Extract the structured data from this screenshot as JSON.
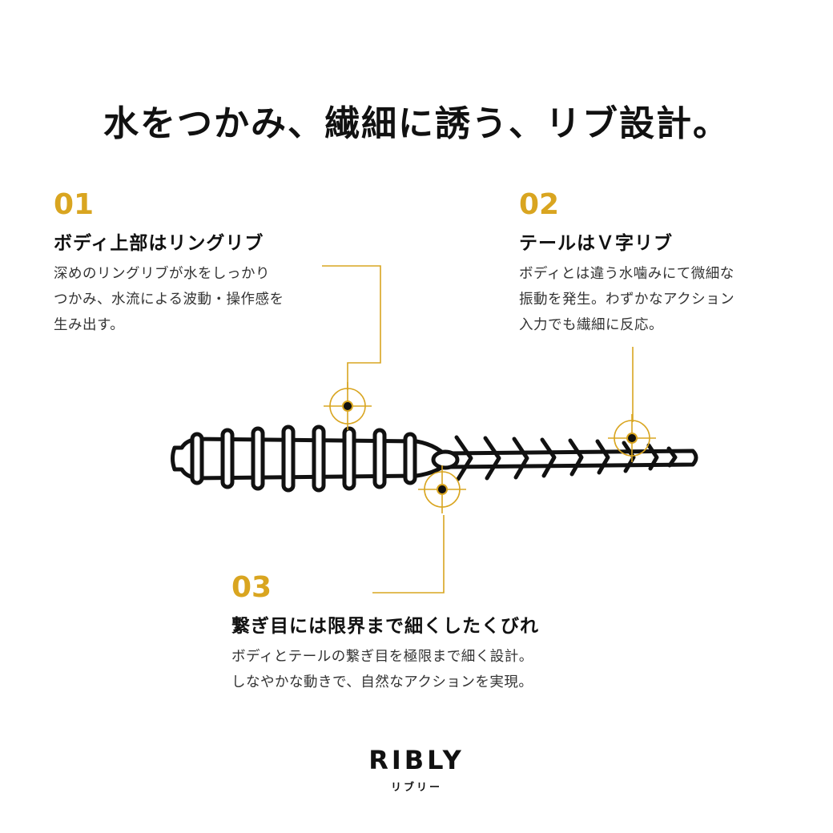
{
  "headline": "水をつかみ、繊細に誘う、リブ設計。",
  "features": [
    {
      "number": "01",
      "title": "ボディ上部はリングリブ",
      "description": "深めのリングリブが水をしっかり\nつかみ、水流による波動・操作感を\n生み出す。"
    },
    {
      "number": "02",
      "title": "テールはＶ字リブ",
      "description": "ボディとは違う水噛みにて微細な\n振動を発生。わずかなアクション\n入力でも繊細に反応。"
    },
    {
      "number": "03",
      "title": "繋ぎ目には限界まで細くしたくびれ",
      "description": "ボディとテールの繋ぎ目を極限まで細く設計。\nしなやかな動きで、自然なアクションを実現。"
    }
  ],
  "brand": {
    "name": "RIBLY",
    "kana": "リブリー"
  },
  "colors": {
    "accent": "#d9a520",
    "text": "#111111"
  }
}
